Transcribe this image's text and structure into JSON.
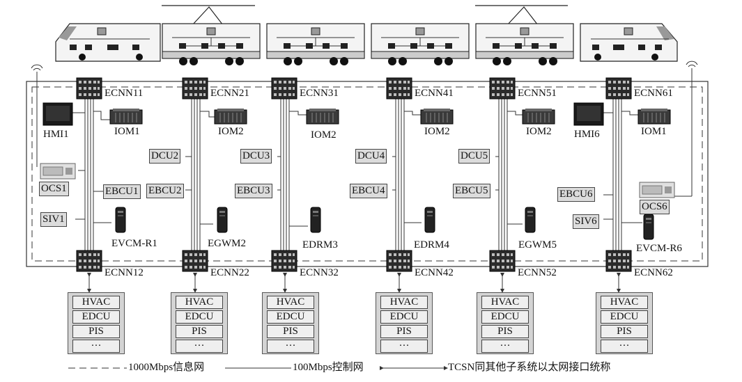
{
  "switches_top": [
    "ECNN11",
    "ECNN21",
    "ECNN31",
    "ECNN41",
    "ECNN51",
    "ECNN61"
  ],
  "switches_bottom": [
    "ECNN12",
    "ECNN22",
    "ECNN32",
    "ECNN42",
    "ECNN52",
    "ECNN62"
  ],
  "iom": [
    "IOM1",
    "IOM2",
    "IOM2",
    "IOM2",
    "IOM2",
    "IOM1"
  ],
  "hmi": [
    "HMI1",
    "HMI6"
  ],
  "ocs": [
    "OCS1",
    "OCS6"
  ],
  "siv": [
    "SIV1",
    "SIV6"
  ],
  "dcu": [
    "DCU2",
    "DCU3",
    "DCU4",
    "DCU5"
  ],
  "ebcu": [
    "EBCU1",
    "EBCU2",
    "EBCU3",
    "EBCU4",
    "EBCU5",
    "EBCU6"
  ],
  "end_devices": [
    "EVCM-R1",
    "EGWM2",
    "EDRM3",
    "EDRM4",
    "EGWM5",
    "EVCM-R6"
  ],
  "subsystem_stack": [
    "HVAC",
    "EDCU",
    "PIS",
    "···"
  ],
  "legend": {
    "info_net": "1000Mbps信息网",
    "ctrl_net": "100Mbps控制网",
    "tcsn_note": "TCSN同其他子系统以太网接口统称"
  }
}
